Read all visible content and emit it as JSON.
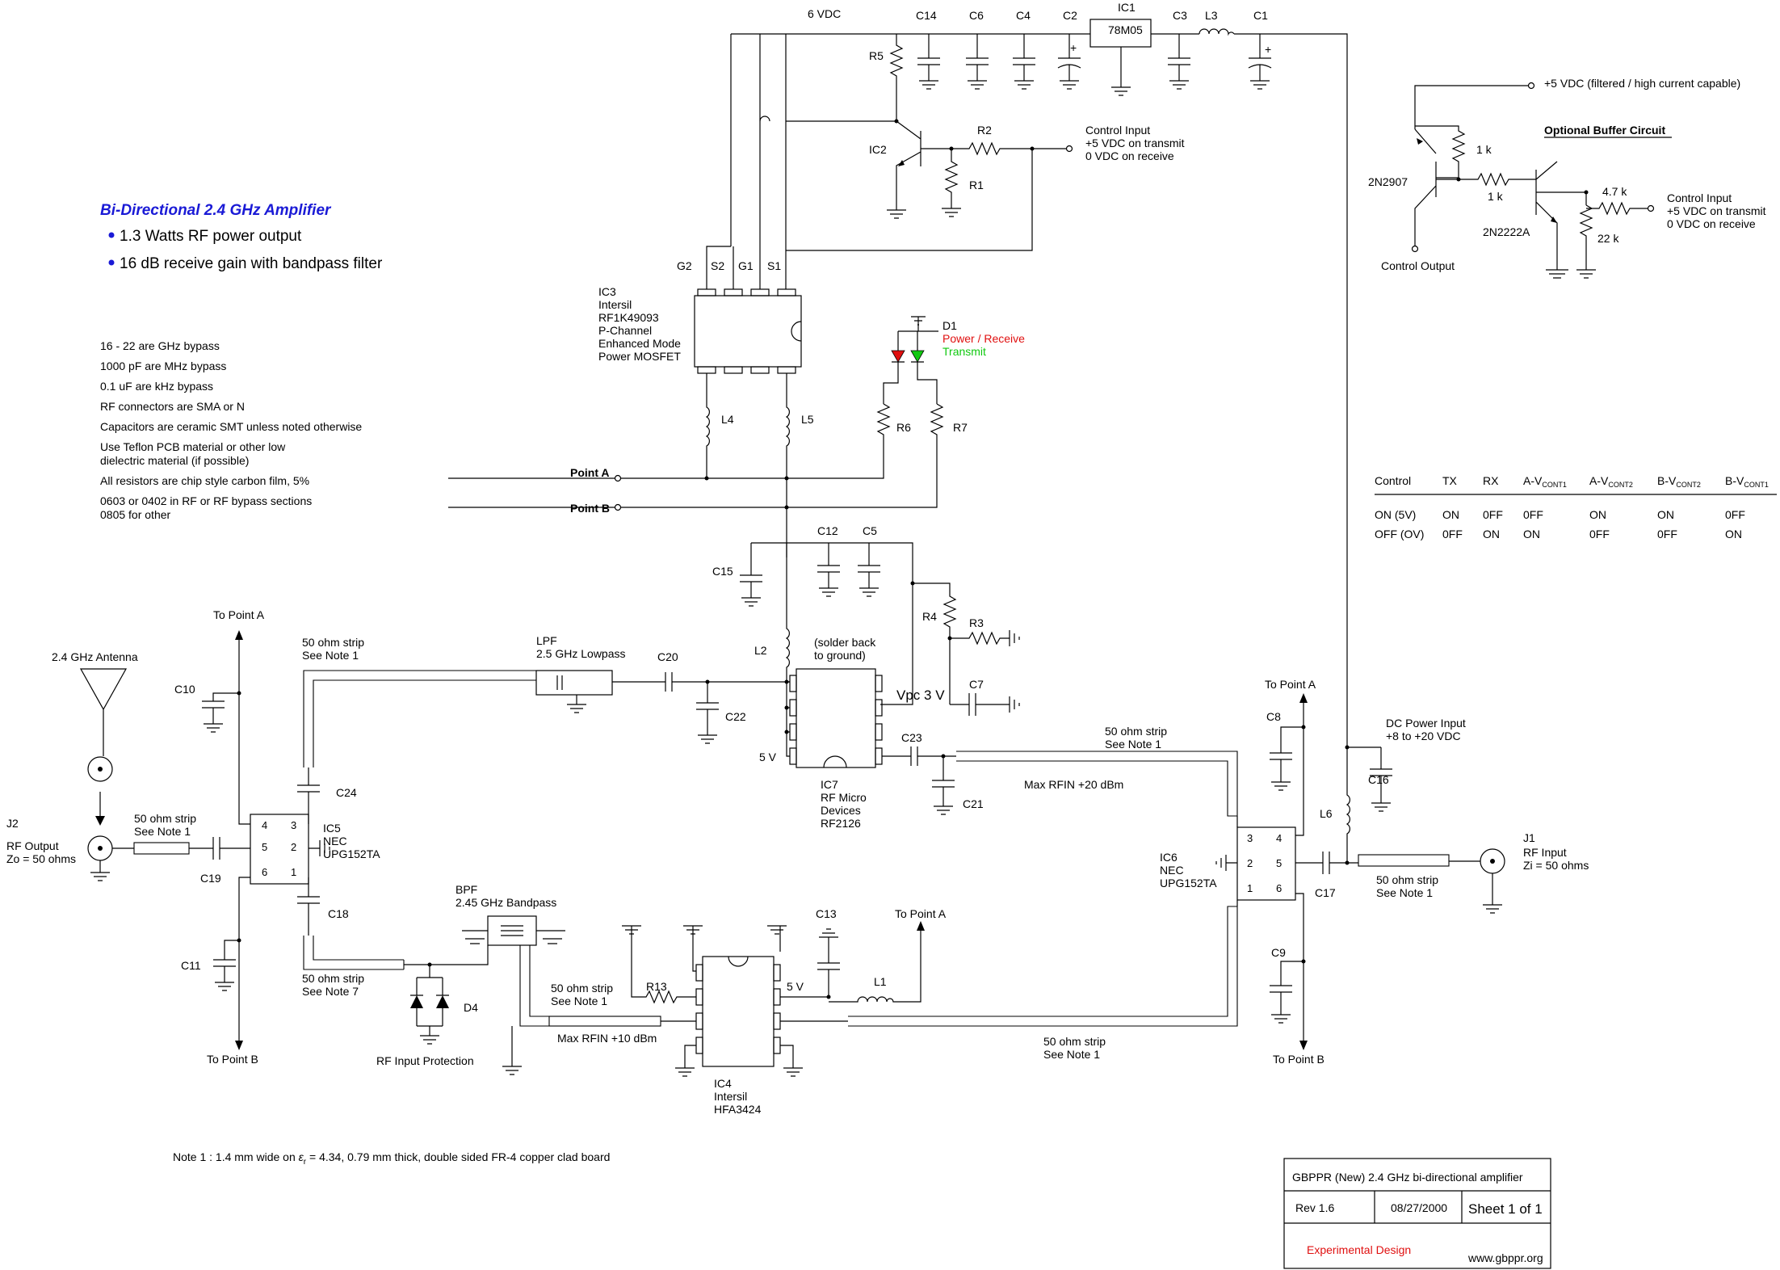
{
  "title": {
    "heading": "Bi-Directional 2.4 GHz Amplifier",
    "bullet1": "1.3 Watts RF power output",
    "bullet2": "16 dB receive gain with bandpass filter"
  },
  "notes": [
    "16 - 22 are GHz bypass",
    "1000 pF are MHz bypass",
    "0.1 uF are kHz bypass",
    "RF connectors are SMA or N",
    "Capacitors are ceramic SMT unless noted otherwise",
    "Use Teflon PCB material or other low",
    "dielectric material   (if possible)",
    "All resistors are chip style carbon film, 5%",
    "0603 or 0402 in RF or RF bypass sections",
    "0805 for other"
  ],
  "footnote": {
    "prefix": "Note 1 :  1.4 mm wide on ",
    "eps": "ε",
    "eps_sub": "r",
    "suffix": " = 4.34, 0.79 mm thick, double sided FR-4 copper clad board"
  },
  "supply": {
    "vdc": "6 VDC",
    "c14": "C14",
    "c6": "C6",
    "c4": "C4",
    "c2": "C2",
    "ic1": "IC1",
    "ic1_part": "78M05",
    "c3": "C3",
    "l3": "L3",
    "c1": "C1",
    "plus": "+"
  },
  "control": {
    "r5": "R5",
    "ic2": "IC2",
    "r2": "R2",
    "r1": "R1",
    "line1": "Control Input",
    "line2": "+5 VDC on transmit",
    "line3": "0 VDC on receive"
  },
  "ic3": {
    "g2": "G2",
    "s2": "S2",
    "g1": "G1",
    "s1": "S1",
    "lines": [
      "IC3",
      "Intersil",
      "RF1K49093",
      "P-Channel",
      "Enhanced Mode",
      "Power MOSFET"
    ],
    "l4": "L4",
    "l5": "L5"
  },
  "d1": {
    "label": "D1",
    "power": "Power / Receive",
    "transmit": "Transmit",
    "r6": "R6",
    "r7": "R7",
    "red_color": "#e01010",
    "green_color": "#10c810"
  },
  "points": {
    "a": "Point A",
    "b": "Point B"
  },
  "ic7": {
    "c12": "C12",
    "c5": "C5",
    "c15": "C15",
    "r4": "R4",
    "r3": "R3",
    "l2": "L2",
    "solder1": "(solder back",
    "solder2": "to ground)",
    "vpc": "Vpc  3 V",
    "c7": "C7",
    "fivev": "5 V",
    "c23": "C23",
    "c21": "C21",
    "lines": [
      "IC7",
      "RF Micro",
      "Devices",
      "RF2126"
    ],
    "maxrfin": "Max RFIN +20 dBm"
  },
  "lpf": {
    "l1": "LPF",
    "l2": "2.5 GHz Lowpass",
    "c20": "C20",
    "c22": "C22"
  },
  "ic5": {
    "to_point_a": "To Point A",
    "to_point_b": "To Point B",
    "c10": "C10",
    "c11": "C11",
    "c19": "C19",
    "c24": "C24",
    "c18": "C18",
    "lines": [
      "IC5",
      "NEC",
      "UPG152TA"
    ],
    "pins": [
      "4",
      "3",
      "5",
      "2",
      "6",
      "1"
    ]
  },
  "antenna": {
    "label": "2.4 GHz Antenna"
  },
  "j2": {
    "label": "J2",
    "l1": "RF Output",
    "l2": "Zo = 50 ohms"
  },
  "strips": {
    "s1a": "50 ohm strip",
    "s1b": "See Note 1",
    "s2a": "50 ohm strip",
    "s2b": "See Note 1",
    "s3a": "50 ohm strip",
    "s3b": "See Note 7",
    "s4a": "50 ohm strip",
    "s4b": "See Note 1",
    "s5a": "50 ohm strip",
    "s5b": "See Note 1",
    "s6a": "50 ohm strip",
    "s6b": "See Note 1",
    "s7a": "50 ohm strip",
    "s7b": "See Note 1"
  },
  "bpf": {
    "l1": "BPF",
    "l2": "2.45 GHz Bandpass",
    "d4": "D4",
    "prot": "RF Input Protection"
  },
  "ic4": {
    "r13": "R13",
    "c13": "C13",
    "l1": "L1",
    "to_point_a": "To Point A",
    "fivev": "5 V",
    "lines": [
      "IC4",
      "Intersil",
      "HFA3424"
    ],
    "maxrfin": "Max RFIN +10 dBm"
  },
  "ic6": {
    "to_point_a": "To Point A",
    "to_point_b": "To Point B",
    "c8": "C8",
    "c9": "C9",
    "c17": "C17",
    "lines": [
      "IC6",
      "NEC",
      "UPG152TA"
    ],
    "pins": [
      "3",
      "4",
      "2",
      "5",
      "1",
      "6"
    ]
  },
  "j1": {
    "label": "J1",
    "l1": "RF Input",
    "l2": "Zi = 50 ohms",
    "dc1": "DC Power Input",
    "dc2": "+8 to +20 VDC",
    "c16": "C16",
    "l6": "L6"
  },
  "buffer": {
    "heading": "Optional Buffer Circuit",
    "supply": "+5 VDC (filtered / high current capable)",
    "q1": "2N2907",
    "q2": "2N2222A",
    "r1k_a": "1 k",
    "r1k_b": "1 k",
    "r47k": "4.7 k",
    "r22k": "22 k",
    "ci1": "Control Input",
    "ci2": "+5 VDC on transmit",
    "ci3": "0 VDC on receive",
    "co": "Control Output"
  },
  "table": {
    "headers": [
      "Control",
      "TX",
      "RX",
      "A-V",
      "A-V",
      "B-V",
      "B-V"
    ],
    "subs": [
      "",
      "",
      "",
      "CONT1",
      "CONT2",
      "CONT2",
      "CONT1"
    ],
    "row1": [
      "ON (5V)",
      "ON",
      "0FF",
      "0FF",
      "ON",
      "ON",
      "0FF"
    ],
    "row2": [
      "OFF (OV)",
      "0FF",
      "ON",
      "ON",
      "0FF",
      "0FF",
      "ON"
    ]
  },
  "titleblock": {
    "name": "GBPPR (New) 2.4 GHz bi-directional amplifier",
    "rev": "Rev 1.6",
    "date": "08/27/2000",
    "sheet": "Sheet 1 of 1",
    "exp": "Experimental Design",
    "web": "www.gbppr.org",
    "exp_color": "#e01010"
  }
}
